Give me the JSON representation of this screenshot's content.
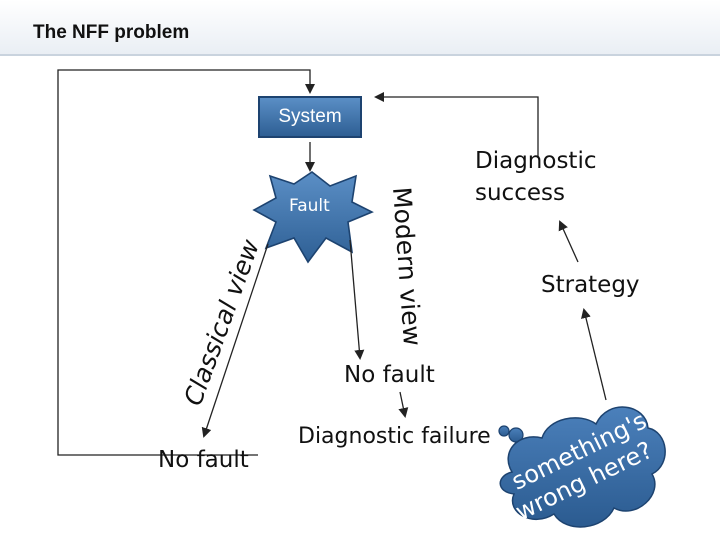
{
  "title": "The NFF problem",
  "nodes": {
    "system": "System",
    "fault": "Fault",
    "diagnostic_success": [
      "Diagnostic",
      "success"
    ],
    "strategy": "Strategy",
    "no_fault_center": "No fault",
    "no_fault_left": "No fault",
    "diagnostic_failure": "Diagnostic failure"
  },
  "edge_labels": {
    "classical_view": "Classical view",
    "modern_view": "Modern view"
  },
  "thought_bubble": [
    "something's",
    "wrong here?"
  ],
  "colors": {
    "system_fill": "#3b6fa8",
    "fault_fill": "#3f74ad",
    "bubble_fill": "#3a6ea8",
    "arrow": "#222222"
  }
}
